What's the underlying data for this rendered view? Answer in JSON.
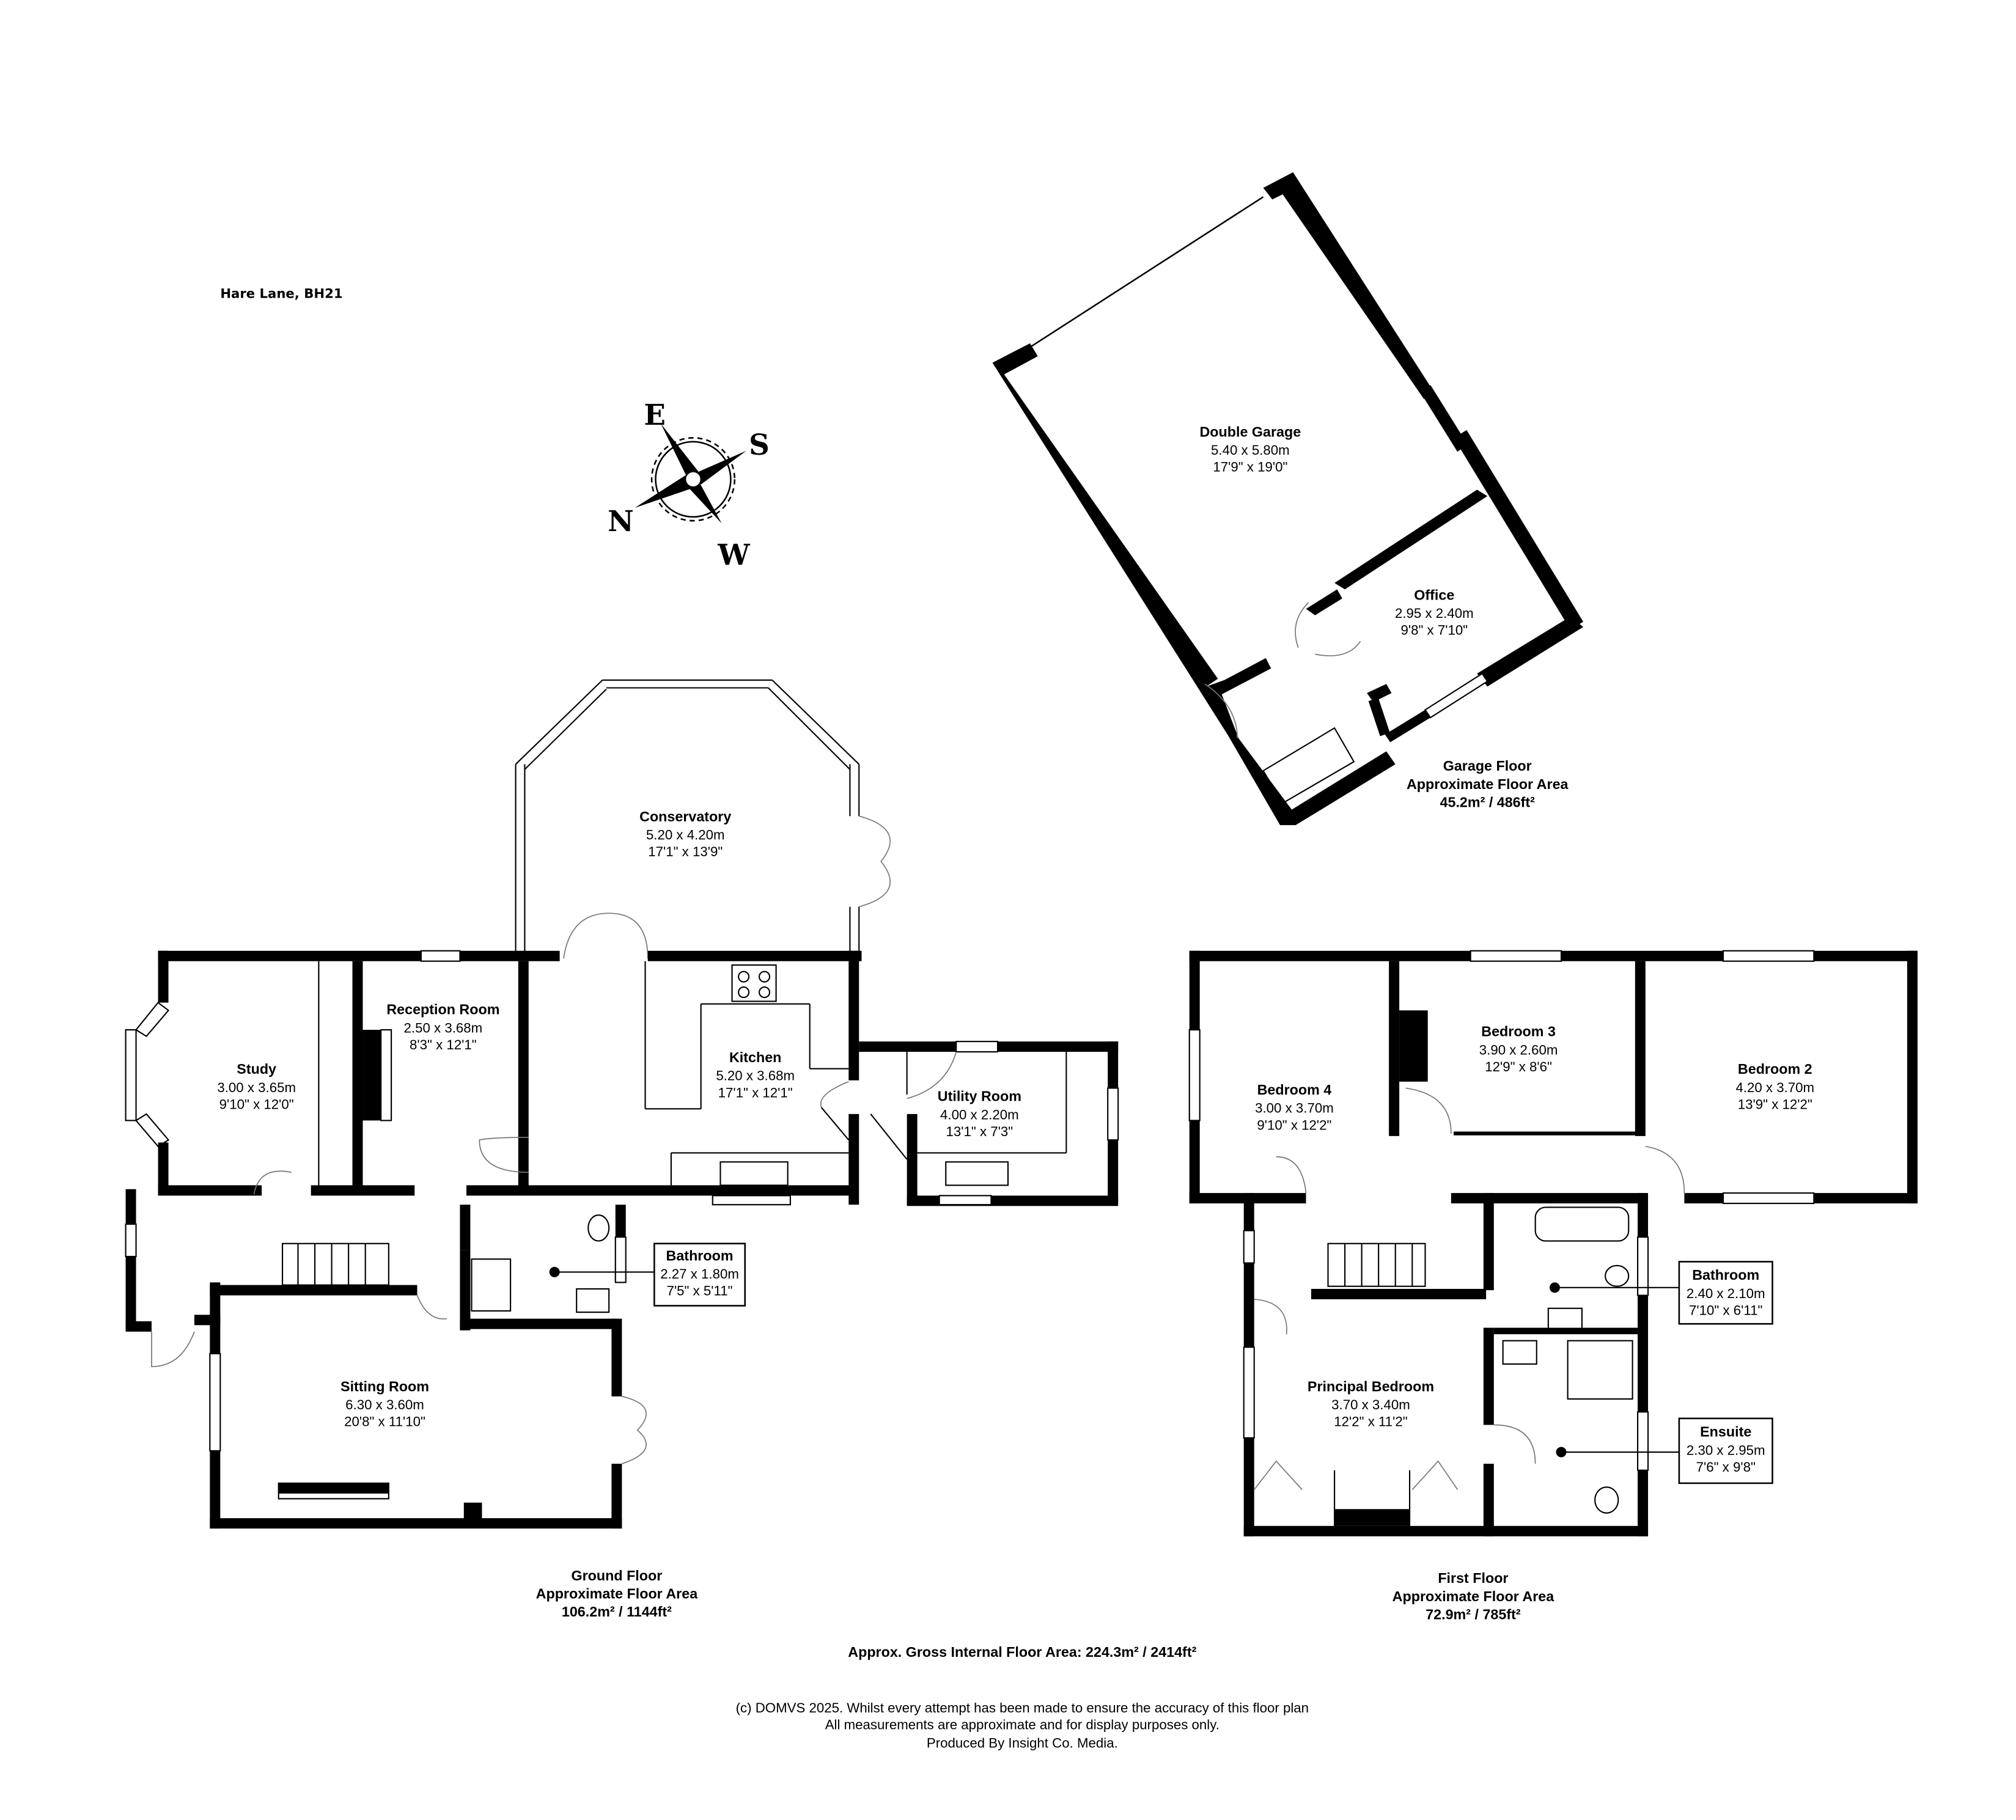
{
  "property": {
    "address": "Hare Lane, BH21"
  },
  "compass": {
    "north": "N",
    "east": "E",
    "south": "S",
    "west": "W"
  },
  "garage_floor": {
    "title": "Garage Floor",
    "subtitle": "Approximate Floor Area",
    "area": "45.2m² / 486ft²",
    "rooms": [
      {
        "name": "Double Garage",
        "metric": "5.40 x 5.80m",
        "imperial": "17'9\" x 19'0\""
      },
      {
        "name": "Office",
        "metric": "2.95 x 2.40m",
        "imperial": "9'8\" x 7'10\""
      }
    ]
  },
  "ground_floor": {
    "title": "Ground Floor",
    "subtitle": "Approximate Floor Area",
    "area": "106.2m² / 1144ft²",
    "rooms": [
      {
        "name": "Conservatory",
        "metric": "5.20 x 4.20m",
        "imperial": "17'1\" x 13'9\""
      },
      {
        "name": "Study",
        "metric": "3.00 x 3.65m",
        "imperial": "9'10\" x 12'0\""
      },
      {
        "name": "Reception Room",
        "metric": "2.50 x 3.68m",
        "imperial": "8'3\" x 12'1\""
      },
      {
        "name": "Kitchen",
        "metric": "5.20 x 3.68m",
        "imperial": "17'1\" x 12'1\""
      },
      {
        "name": "Utility Room",
        "metric": "4.00 x 2.20m",
        "imperial": "13'1\" x 7'3\""
      },
      {
        "name": "Bathroom",
        "metric": "2.27 x 1.80m",
        "imperial": "7'5\" x 5'11\""
      },
      {
        "name": "Sitting Room",
        "metric": "6.30 x 3.60m",
        "imperial": "20'8\" x 11'10\""
      }
    ]
  },
  "first_floor": {
    "title": "First Floor",
    "subtitle": "Approximate Floor Area",
    "area": "72.9m² / 785ft²",
    "rooms": [
      {
        "name": "Bedroom 4",
        "metric": "3.00 x 3.70m",
        "imperial": "9'10\" x 12'2\""
      },
      {
        "name": "Bedroom 3",
        "metric": "3.90 x 2.60m",
        "imperial": "12'9\" x 8'6\""
      },
      {
        "name": "Bedroom 2",
        "metric": "4.20 x 3.70m",
        "imperial": "13'9\" x 12'2\""
      },
      {
        "name": "Bathroom",
        "metric": "2.40 x 2.10m",
        "imperial": "7'10\" x 6'11\""
      },
      {
        "name": "Principal Bedroom",
        "metric": "3.70 x 3.40m",
        "imperial": "12'2\" x 11'2\""
      },
      {
        "name": "Ensuite",
        "metric": "2.30 x 2.95m",
        "imperial": "7'6\" x 9'8\""
      }
    ]
  },
  "totals": {
    "gross_internal": "Approx. Gross Internal Floor Area: 224.3m² / 2414ft²"
  },
  "disclaimer": {
    "line1": "(c) DOMVS 2025. Whilst every attempt has been made to ensure the accuracy of this floor plan",
    "line2": "All measurements are approximate and for display purposes only.",
    "line3": "Produced By Insight Co. Media."
  }
}
